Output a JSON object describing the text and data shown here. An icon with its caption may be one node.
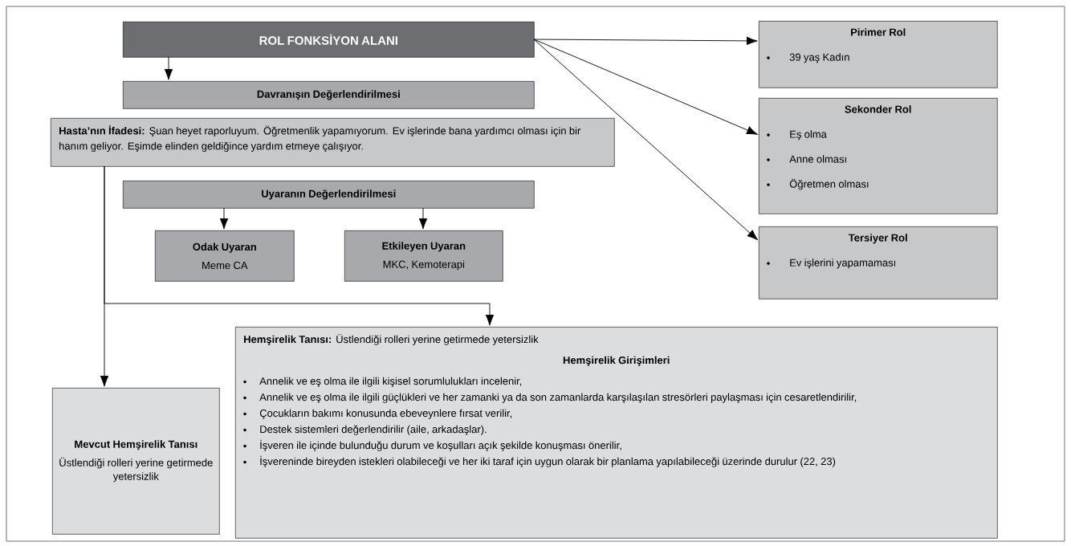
{
  "diagram": {
    "nodes": [
      {
        "text": [
          "ROL FONKSİYON ALANI"
        ]
      },
      {
        "text": [
          "Davranışın Değerlendirilmesi"
        ]
      },
      {
        "text": [
          "**Hasta’nın İfadesi:** Şuan heyet raporluyum. Öğretmenlik yapamıyorum. Ev işlerinde bana yardımcı olması için bir hanım geliyor. Eşimde elinden geldiğince yardım etmeye çalışıyor."
        ]
      },
      {
        "text": [
          "Uyaranın Değerlendirilmesi"
        ]
      },
      {
        "text": [
          "Odak Uyaran",
          "Meme CA"
        ]
      },
      {
        "text": [
          "Etkileyen Uyaran",
          "MKC, Kemoterapi"
        ]
      },
      {
        "text": [
          "Pirimer Rol",
          "39 yaş Kadın"
        ]
      },
      {
        "text": [
          "Sekonder Rol",
          "Eş olma",
          "Anne olması",
          "Öğretmen olması"
        ]
      },
      {
        "text": [
          "Tersiyer Rol",
          "Ev işlerini yapamaması"
        ]
      },
      {
        "text": [
          "Mevcut Hemşirelik Tanısı",
          "Üstlendiği rolleri yerine getirmede yetersizlik"
        ]
      },
      {
        "text": [
          "**Hemşirelik Tanısı:** Üstlendiği rolleri yerine getirmede yetersizlik",
          "Hemşirelik Girişimleri",
          "Annelik ve eş olma ile ilgili kişisel sorumlulukları incelenir,",
          "Annelik ve eş olma ile ilgili güçlükleri ve her zamanki ya da son zamanlarda karşılaşılan stresörleri paylaşması için cesaretlendirilir,",
          "Çocukların bakımı konusunda ebeveynlere fırsat verilir,",
          "Destek sistemleri değerlendirilir (aile, arkadaşlar).",
          "İşveren ile içinde bulunduğu durum ve koşulları açık şekilde konuşması önerilir,",
          "İşvereninde bireyden istekleri olabileceği ve her iki taraf için uygun olarak bir planlama yapılabileceği üzerinde durulur (22, 23)"
        ]
      }
    ],
    "edges": [
      {
        "from": 0,
        "to": 1,
        "arrow": "to"
      },
      {
        "from": 3,
        "to": 4,
        "arrow": "to"
      },
      {
        "from": 3,
        "to": 5,
        "arrow": "to"
      },
      {
        "from": 0,
        "to": 6,
        "arrow": "to"
      },
      {
        "from": 0,
        "to": 7,
        "arrow": "to"
      },
      {
        "from": 0,
        "to": 8,
        "arrow": "to"
      },
      {
        "from": 2,
        "to": 9,
        "arrow": "to"
      },
      {
        "from": 2,
        "to": 10,
        "arrow": "to"
      }
    ]
  }
}
